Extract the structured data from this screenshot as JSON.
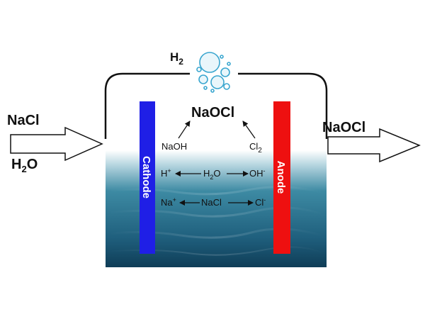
{
  "inlet": {
    "line1": "NaCl",
    "line2_main": "H",
    "line2_sub": "2",
    "line2_tail": "O"
  },
  "outlet": {
    "label": "NaOCl"
  },
  "gas": {
    "main": "H",
    "sub": "2"
  },
  "electrodes": {
    "cathode": {
      "label": "Cathode",
      "color": "#1f1fe6"
    },
    "anode": {
      "label": "Anode",
      "color": "#ee1010"
    }
  },
  "reactions": {
    "product": "NaOCl",
    "left_reactant": "NaOH",
    "right_reactant_main": "Cl",
    "right_reactant_sub": "2",
    "water_row": {
      "left": "H",
      "left_sup": "+",
      "center_main": "H",
      "center_sub": "2",
      "center_tail": "O",
      "right": "OH",
      "right_sup": "-"
    },
    "salt_row": {
      "left": "Na",
      "left_sup": "+",
      "center": "NaCl",
      "right": "Cl",
      "right_sup": "-"
    }
  },
  "colors": {
    "water_top": "#e8f1f4",
    "water_mid": "#3d8aa3",
    "water_bottom": "#0f3d57",
    "tank_outline": "#111111"
  }
}
